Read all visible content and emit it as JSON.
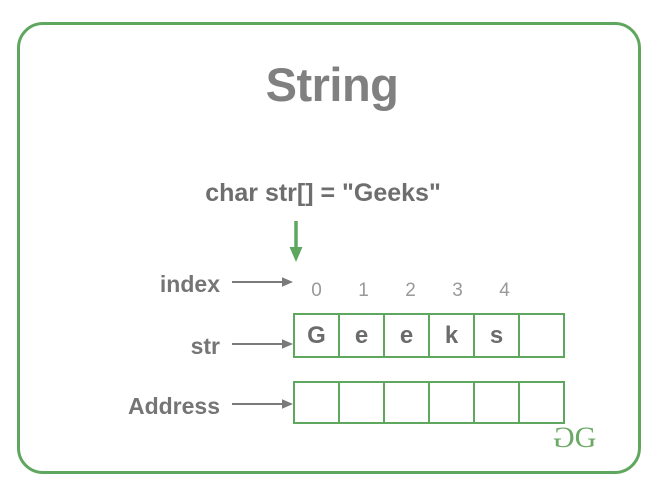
{
  "card": {
    "title": "String",
    "declaration": "char str[] = \"Geeks\"",
    "border_color": "#5fa75f",
    "title_color": "#808080"
  },
  "arrows": {
    "declaration_arrow": "arrow-down-green",
    "index_arrow": "arrow-right-gray",
    "str_arrow": "arrow-right-gray",
    "address_arrow": "arrow-right-gray",
    "arrow_color": "#7a7a7a",
    "green_arrow_color": "#5fa75f"
  },
  "diagram": {
    "rows": [
      {
        "label": "index",
        "kind": "index"
      },
      {
        "label": "str",
        "kind": "values"
      },
      {
        "label": "Address",
        "kind": "address"
      }
    ],
    "indices": [
      "0",
      "1",
      "2",
      "3",
      "4"
    ],
    "cells": [
      "G",
      "e",
      "e",
      "k",
      "s",
      ""
    ],
    "address_cells": [
      "",
      "",
      "",
      "",
      "",
      ""
    ],
    "cell_border_color": "#5fa75f",
    "cell_text_color": "#6b6b6b",
    "index_text_color": "#999999"
  },
  "logo": {
    "left_glyph": "G",
    "right_glyph": "G",
    "color": "#6aaa64"
  }
}
